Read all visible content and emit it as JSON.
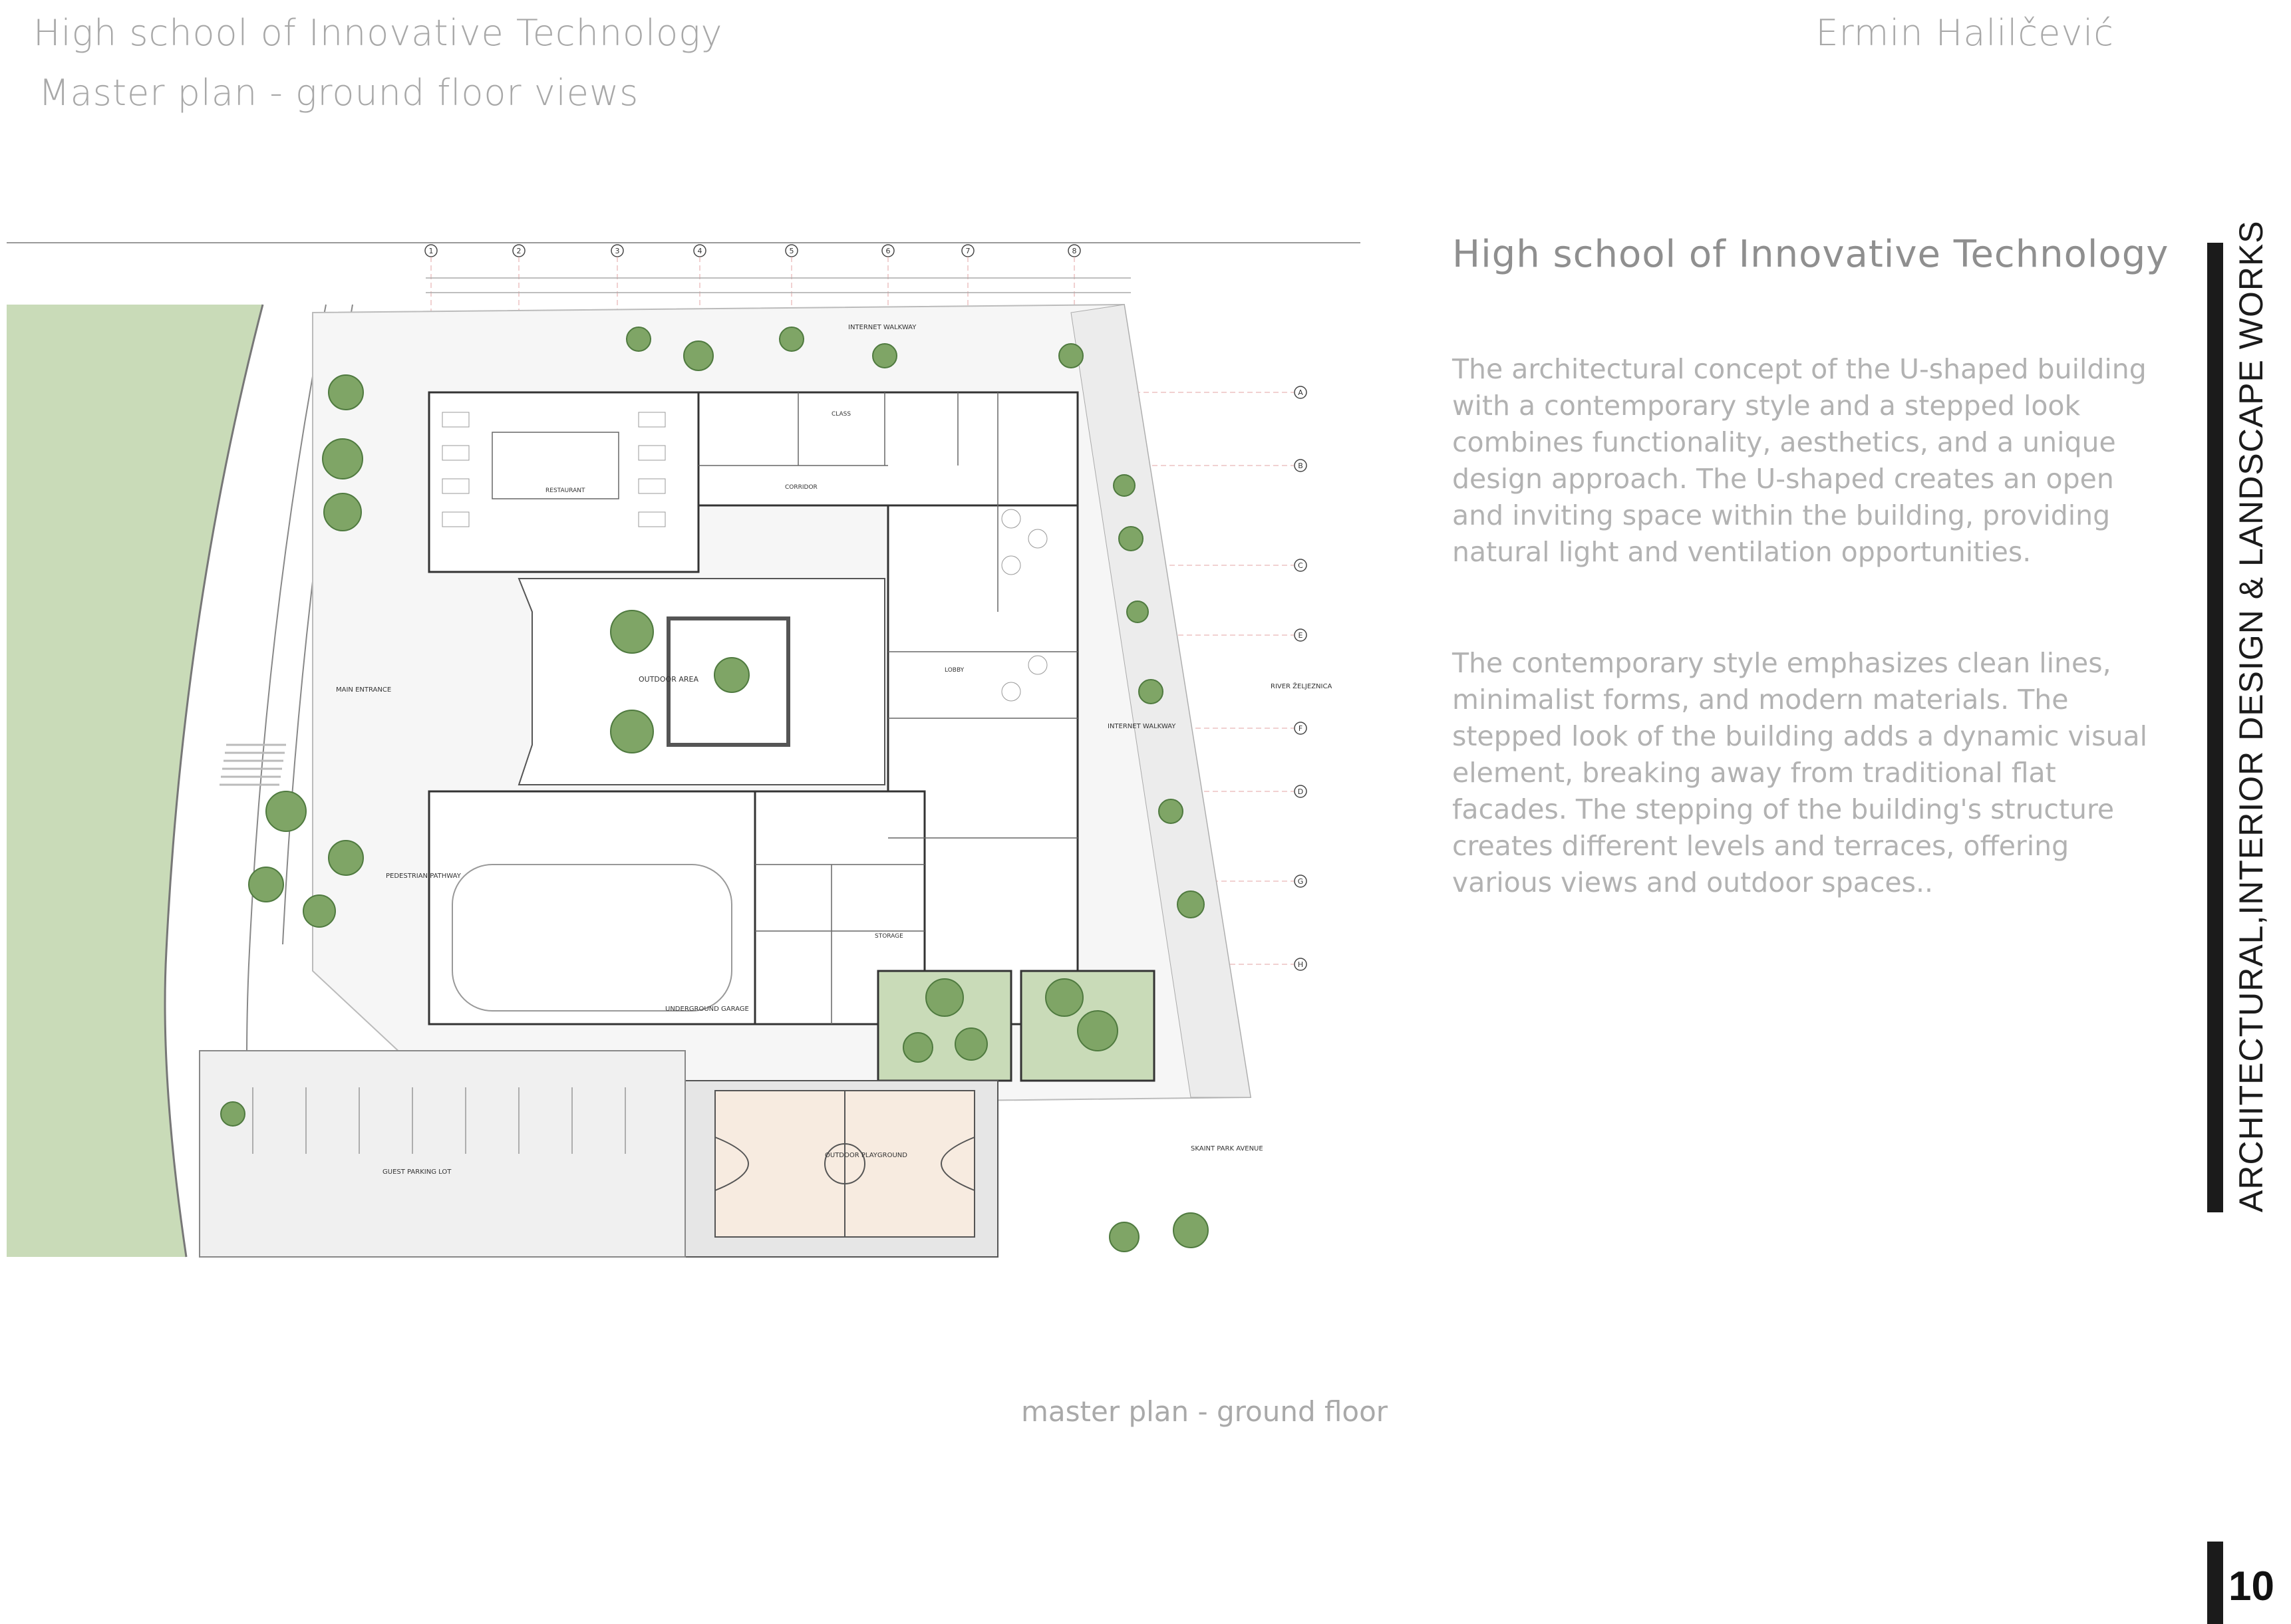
{
  "header": {
    "title": "High school of Innovative Technology",
    "subtitle": "Master plan - ground floor views",
    "author": "Ermin Halilčević"
  },
  "section": {
    "title": "High school of Innovative Technology",
    "paragraph1": "The architectural concept of the U-shaped building with a contemporary style and a stepped look combines functionality, aesthetics, and a unique design approach. The U-shaped creates an open and inviting space within the building, providing natural light and ventilation opportunities.",
    "paragraph2": "The contemporary style emphasizes clean lines, minimalist forms, and modern materials. The stepped look of the building adds a dynamic visual element, breaking away from traditional flat facades. The stepping of the building's structure creates different levels and terraces, offering various views and outdoor spaces.."
  },
  "caption": "master plan -  ground floor",
  "side_label": "ARCHITECTURAL,INTERIOR DESIGN & LANDSCAPE WORKS",
  "page_number": "10",
  "plan_labels": {
    "outdoor_area": "OUTDOOR AREA",
    "main_entrance": "MAIN ENTRANCE",
    "underground_garage": "UNDERGROUND GARAGE",
    "guest_parking": "GUEST PARKING LOT",
    "playground": "OUTDOOR PLAYGROUND",
    "walkway_top": "INTERNET WALKWAY",
    "walkway_right": "INTERNET WALKWAY",
    "pedestrian": "PEDESTRIAN PATHWAY",
    "river": "RIVER ŽELJEZNICA",
    "park": "SKAINT PARK AVENUE",
    "restaurant": "RESTAURANT",
    "corridor": "CORRIDOR",
    "lobby": "LOBBY",
    "classroom": "CLASS",
    "storage": "STORAGE"
  },
  "axes": {
    "columns": [
      "1",
      "2",
      "3",
      "4",
      "5",
      "6",
      "7",
      "8"
    ],
    "rows": [
      "A",
      "B",
      "C",
      "E",
      "F",
      "D",
      "G",
      "H"
    ]
  },
  "colors": {
    "lawn": "#c9dbb8",
    "tree": "#7fa566",
    "side_bar": "#1b1b1b"
  }
}
